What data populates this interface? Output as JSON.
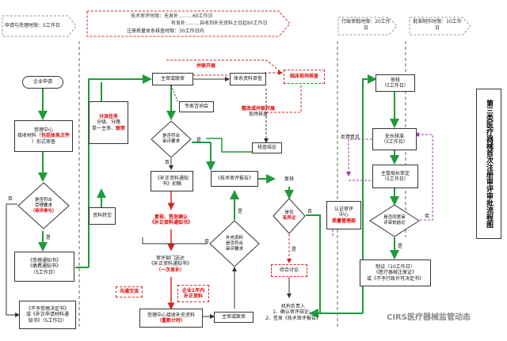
{
  "header": {
    "phase_accept": "申请与受理时限：5工作日",
    "tech_review_line1": "技术审评时限：无发补………60工作日",
    "tech_review_line2": "有发补………自收到补充资料之日起60工作日",
    "tech_review_line3": "注册质量体系核查时限：30工作日内",
    "admin_approval": "行政审批时限：20工作日",
    "issuance": "批准制作时限：10工作日"
  },
  "title": "第三类医疗器械首次注册审评审批流程图",
  "watermark": "CIRS医疗器械监管动态",
  "nodes": {
    "company_apply": "企业申请",
    "acceptance_line1": "受理中心",
    "acceptance_line2": "接收材料（",
    "acceptance_red": "包括体系文件",
    "acceptance_line3": "）形式审查",
    "accept_decision_line1": "是否符合",
    "accept_decision_line2": "受理要求",
    "accept_decision_red": "（审评参与）",
    "notice_accept_line1": "《受理通知书》",
    "notice_accept_line2": "《缴费通知书》",
    "notice_accept_line3": "（5工作日）",
    "notice_reject_line1": "《不予受理决定书》",
    "notice_reject_line2": "或《补正申请材料通",
    "notice_reject_line3": "知书》（5工作日）",
    "material_transfer": "资料转交",
    "task_assign_red": "分派任务",
    "task_assign_line2": "分级、分路",
    "task_assign_line3": "单一主审、",
    "task_assign_red2": "联审",
    "main_reviewer": "主审或联审",
    "expert_consult": "专家咨询会",
    "parallel_red": "并联开展",
    "system_review": "体系资料审查",
    "clinical_check": "临床现场核查",
    "parallel_red2": "整改或并联开展",
    "site_check": "现场核查",
    "check_conclusion": "核查结论",
    "meet_req_line1": "是否符合",
    "meet_req_line2": "审评要求",
    "supplement_line1": "《补正资料通知",
    "supplement_line2": "书》初稿",
    "review_sign_line1": "复核、签发确认",
    "review_sign_line2": "《补正资料通知书》",
    "notice_once_line1": "审评部门送达",
    "notice_once_line2": "《补正资料通知书》",
    "notice_once_red": "（一次发补）",
    "communicate": "沟通交流",
    "company_deadline_line1": "企业1年内",
    "company_deadline_line2": "补正资料",
    "company_submit_line1": "受理中心接收补充资料",
    "company_submit_red": "（重新计时）",
    "main_reviewer2": "主审或联审",
    "supp_decision_line1": "补充资料",
    "supp_decision_line2": "是否符合",
    "supp_decision_line3": "审评要求",
    "tech_report": "《技术审评报告》",
    "recheck": "复核",
    "objection_line1": "是否",
    "objection_line2": "有异议",
    "comprehensive": "综合讨论",
    "leader_line1": "机构负责人",
    "leader_line2": "1、确认审评结论；",
    "leader_line3": "2、签发《技术审评报告》",
    "accept_center_line1": "认证审评",
    "accept_center_line2": "中心",
    "accept_center_red": "质量管理部",
    "review_node_line1": "审核",
    "review_node_line2": "（5工作日）",
    "section_review_line1": "处长核准",
    "section_review_line2": "（5工作日）",
    "director_review_line1": "主管局长审定",
    "director_review_line2": "（5工作日）",
    "approve_decision_line1": "是否同意审",
    "approve_decision_line2": "评审批结论",
    "production_line1": "制证（10工作日）",
    "production_line2": "《医疗器械注册证》",
    "production_line3": "或《不予行政许可决定书》",
    "feedback_label": "反馈意见"
  },
  "edge_labels": {
    "yes": "是",
    "no": "否"
  },
  "colors": {
    "green": "#1f9a3a",
    "red": "#d22222",
    "purple": "#9b3aa8",
    "black": "#333333"
  }
}
